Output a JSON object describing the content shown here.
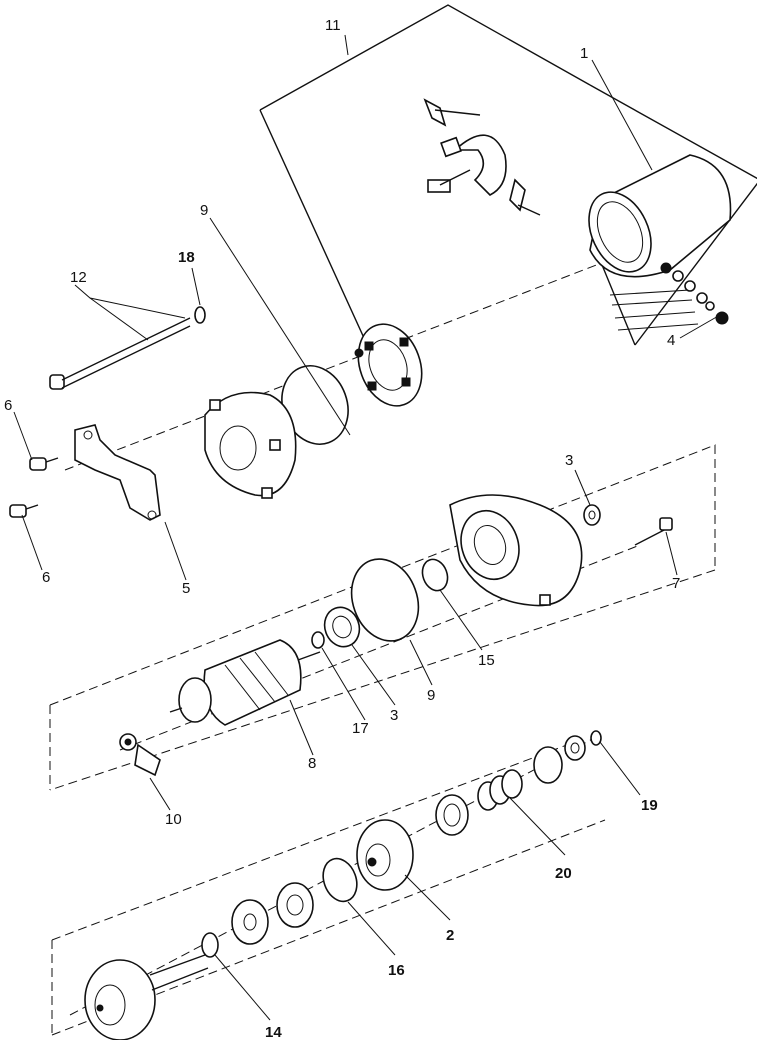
{
  "callouts": {
    "c1": "1",
    "c2": "2",
    "c3a": "3",
    "c3b": "3",
    "c4": "4",
    "c5": "5",
    "c6a": "6",
    "c6b": "6",
    "c7": "7",
    "c8": "8",
    "c9a": "9",
    "c9b": "9",
    "c10": "10",
    "c11": "11",
    "c12": "12",
    "c14": "14",
    "c15": "15",
    "c16": "16",
    "c17": "17",
    "c18": "18",
    "c19": "19",
    "c20": "20"
  },
  "colors": {
    "ink": "#111111",
    "paper": "#ffffff"
  }
}
